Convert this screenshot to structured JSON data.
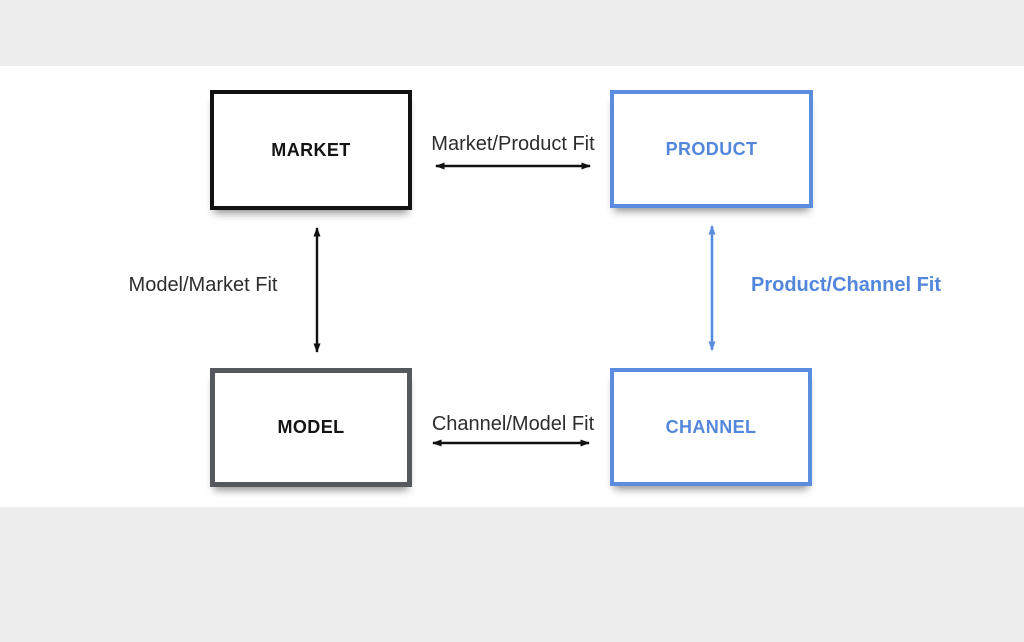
{
  "slide": {
    "type": "four-fits-diagram",
    "boxes": {
      "market": {
        "label": "MARKET"
      },
      "product": {
        "label": "PRODUCT"
      },
      "model": {
        "label": "MODEL"
      },
      "channel": {
        "label": "CHANNEL"
      }
    },
    "fit_labels": {
      "market_product": "Market/Product Fit",
      "model_market": "Model/Market Fit",
      "product_channel": "Product/Channel Fit",
      "channel_model": "Channel/Model Fit"
    }
  },
  "colors": {
    "accent_blue_text": "#5387dc",
    "accent_blue_border": "#5a8ce0",
    "box_black_border": "#121212",
    "box_gray_border": "#55585c",
    "band_gray_background": "#ededee",
    "slide_background": "#ffffff",
    "arrow_black": "#111111"
  }
}
